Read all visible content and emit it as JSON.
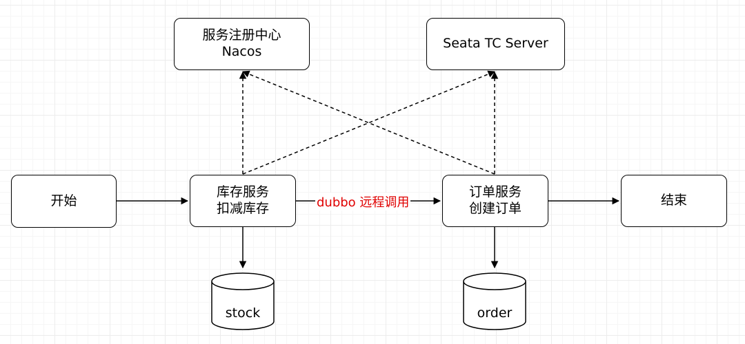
{
  "nodes": {
    "nacos": {
      "line1": "服务注册中心",
      "line2": "Nacos"
    },
    "seata": {
      "label": "Seata TC Server"
    },
    "start": {
      "label": "开始"
    },
    "stock_service": {
      "line1": "库存服务",
      "line2": "扣减库存"
    },
    "order_service": {
      "line1": "订单服务",
      "line2": "创建订单"
    },
    "end": {
      "label": "结束"
    }
  },
  "databases": {
    "stock": {
      "label": "stock"
    },
    "order": {
      "label": "order"
    }
  },
  "edges": {
    "rpc_label": "dubbo 远程调用"
  },
  "colors": {
    "stroke": "#000000",
    "rpc_label": "#e00000"
  }
}
